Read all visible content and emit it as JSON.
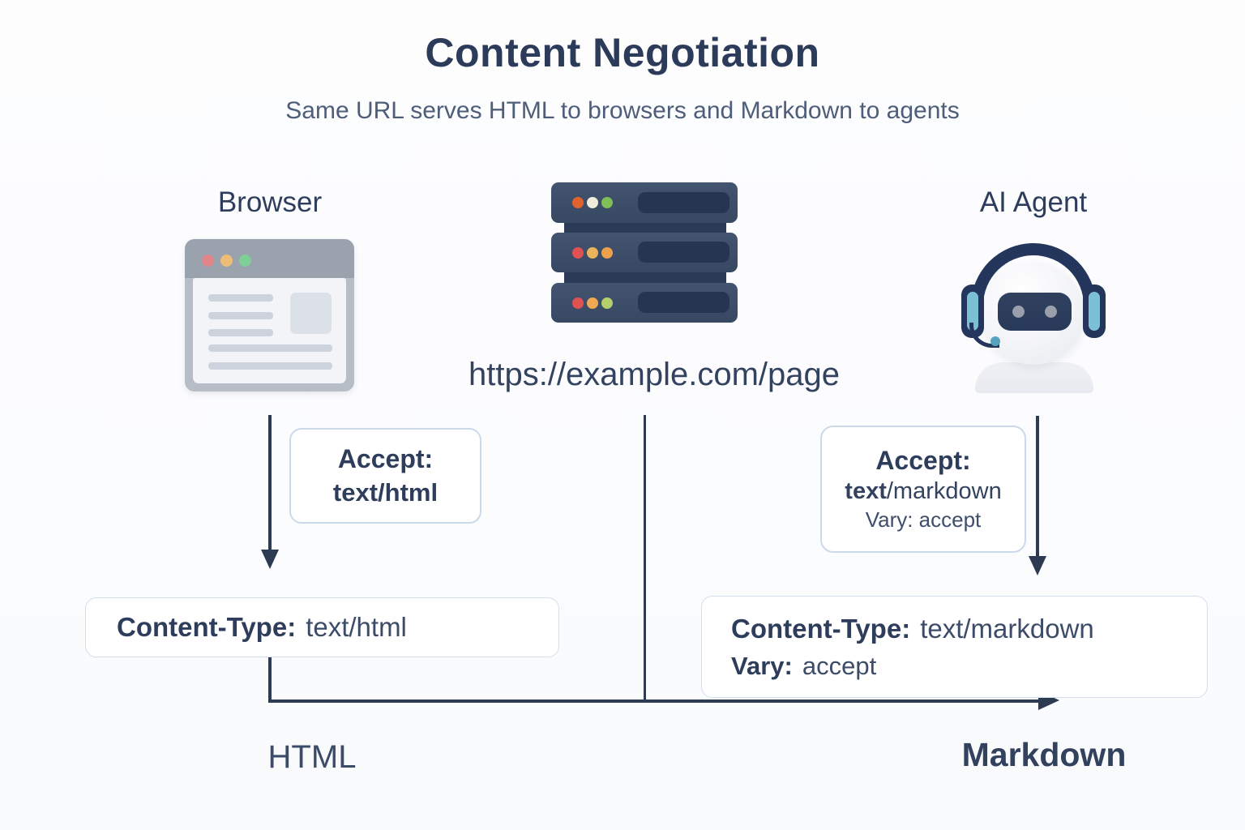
{
  "header": {
    "title": "Content Negotiation",
    "subtitle": "Same URL serves HTML to browsers and Markdown to agents"
  },
  "actors": {
    "browser_label": "Browser",
    "agent_label": "AI Agent",
    "server_url": "https://example.com/page"
  },
  "request_headers": {
    "browser": {
      "line1": "Accept:",
      "line2": "text/html"
    },
    "agent": {
      "line1": "Accept:",
      "line2_bold": "text",
      "line2_rest": "/markdown",
      "line3": "Vary: accept"
    }
  },
  "response_headers": {
    "browser": {
      "label": "Content-Type:",
      "value": "text/html"
    },
    "agent": {
      "label": "Content-Type:",
      "value": "text/markdown",
      "vary_label": "Vary:",
      "vary_value": "accept"
    }
  },
  "results": {
    "browser_format": "HTML",
    "agent_format": "Markdown"
  },
  "colors": {
    "ink": "#2e3d5c",
    "ink_soft": "#4d5d7a",
    "arrow": "#2c3a52",
    "box_border": "#cbd9e9",
    "server_body": "#3d4e6a",
    "server_slot": "#263650",
    "headset_blue": "#7cc0d6",
    "browser_frame": "#b7bdc7",
    "dot_red": "#e05252",
    "dot_orange": "#eda24a",
    "dot_green": "#7fbf57",
    "background": "#fbfcfe"
  }
}
